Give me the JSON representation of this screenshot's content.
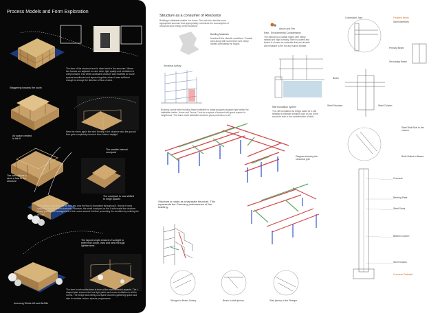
{
  "left_panel": {
    "title": "Process Models and Form Exploration",
    "text_1": "The form of the structure tend to direct wind in the structure. Where two frames are adjacent to each other, light quality and ventilation is compromised. This white cardboard structure was modeled to house spaces transitioned and layered together where it was sufficient enough to change the direction of flow of wind.",
    "label_staggering": "Staggering towards the south",
    "label_air": "Air space created in the fl",
    "text_2": "Here the forms again the wind flowing in the structure also the ground floor gets completely shunned from indirect daylight.",
    "label_form": "The form allows to send a flow to the structure",
    "label_smaller": "The smaller internal courtyard",
    "label_courtyard": "The courtyard is now shifted to hinge spaces",
    "text_3": "This iteration considers the air flow and now the flow is channeled throughout it. Hence it forms makes the best in current scenario. However, the small courtyard on the 4 side made the structure heavy greatly. The arrangement of the rooms around it further preventing the condition by noticing the air flow.",
    "label_layout": "The layout ample amount of sunlight to enter from south, east and west through lightstreams",
    "text_4": "The form functions the base in term of the environmental aspects. The L shaped plan ensures the tree light paths and cross ventilation to all the rooms. The bridge and ceiling courtyard becomes gathering space and also to mediate various spaces programmes.",
    "label_incoming": "Incoming Winds Lift and Air/Mix"
  },
  "right_panel": {
    "title": "Structure as a consumer of Resource",
    "subtitle": "Building a Habitable shelter in a home. The trick is to find the most appropriate structure that appropriately minimizes the consumption of resources and energy of the structure.",
    "label_building": "Building Materials",
    "building_text": "Mumbai & the climatic conditions. Coastal area along with sea breeze and heavy rainfall dominating the region.",
    "label_rain": "Rain - Environmental Consideration",
    "rain_text": "The natural is a coastal region with heavy rainfall and high humidity. Steel is coated and timber is chosen as materials that are durable and resistant to the hot and humid climate.",
    "label_above": "Above and Fire",
    "label_sectional": "Sectional Activity",
    "sectional_text": "Building a pride steel building frame habitable to adapt program program type within the habitable shelter. Home and Tennis Court as a space of interest with great respect to neighbours. The frame shell habitable structure gives protection to all.",
    "label_raft": "Raft foundation system",
    "raft_text": "The raft foundation as brings loads for a site strategy to transfer dynamic load on top of the structure slab in the consideration of slab.",
    "label_diagram": "Diagram showing the structural grid",
    "label_structure_note": "Structure is made as a separate structure. This represents the Greenery performance of the building.",
    "label_stringer": "Stringer to Beam Joinery",
    "label_beam_slab": "Beam to slab joinery",
    "label_stair": "Stair joinery to the Stringer",
    "detail_title": "Finished Beam",
    "detail_sub": "Steel Members",
    "label_connection": "Connection Joint",
    "label_primary": "Primary Beam",
    "label_secondary": "Secondary Beam",
    "label_beam": "Beam",
    "label_steel_column": "Steel Column",
    "label_steel_structure": "Steel Structure",
    "label_column": "Column",
    "label_welded": "Steel Weld Bolt to the column",
    "label_bolt": "Bolts Bolted to Bases",
    "label_concrete": "Concrete",
    "label_bearing": "Bearing Plate",
    "label_steel_studs": "Steel Studs",
    "label_bottom_column": "Bottom Column",
    "label_steel_section": "Steel Section",
    "label_concrete_pedestal": "Concrete Pedestal"
  },
  "colors": {
    "dark_bg": "#080808",
    "beam_red": "#d0494b",
    "column_blue": "#3a55c8",
    "slab_green": "#5faa68",
    "accent_orange": "#d56a16"
  }
}
